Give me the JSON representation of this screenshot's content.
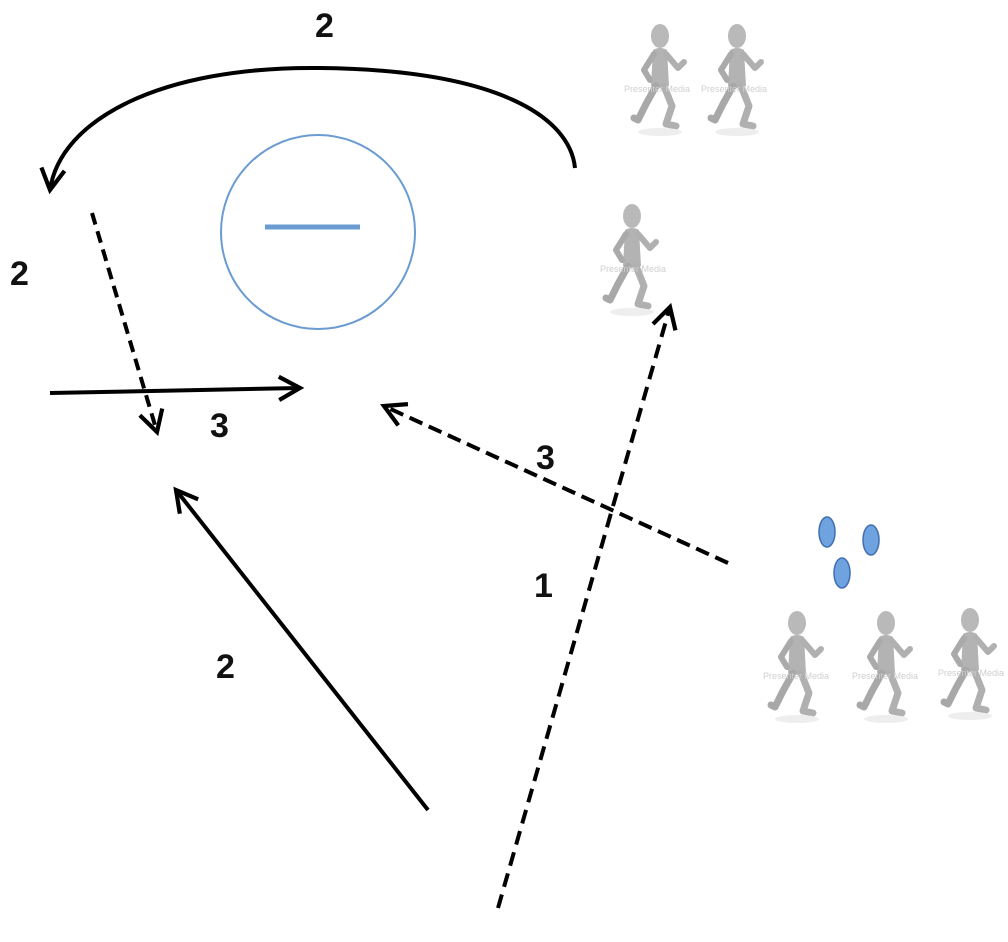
{
  "diagram": {
    "labels": {
      "top_curve": "2",
      "left_side": "2",
      "center_solid": "3",
      "diagonal_dashed": "3",
      "long_dashed": "1",
      "lower_solid": "2"
    },
    "watermark": "Presenter Media",
    "colors": {
      "line": "#000000",
      "circle": "#6a9bd1",
      "ball": "#6fa3e0",
      "figure": "#b5b5b5"
    },
    "icons": {
      "player": "running-figure-icon",
      "ball": "ball-icon",
      "goal_zone": "circle-with-bar-icon"
    }
  }
}
